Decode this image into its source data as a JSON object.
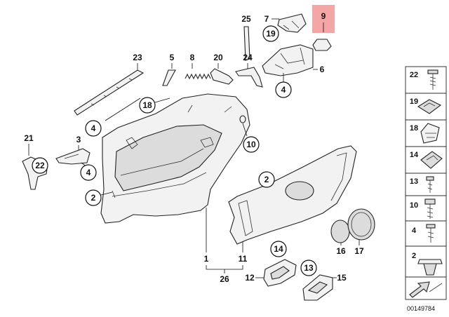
{
  "labels": {
    "l1": "1",
    "l2a": "2",
    "l2b": "2",
    "l3": "3",
    "l4a": "4",
    "l4b": "4",
    "l4c": "4",
    "l5": "5",
    "l6": "6",
    "l7": "7",
    "l8": "8",
    "l9": "9",
    "l10": "10",
    "l11": "11",
    "l12": "12",
    "l13": "13",
    "l14": "14",
    "l15": "15",
    "l16": "16",
    "l17": "17",
    "l18": "18",
    "l19": "19",
    "l20": "20",
    "l21": "21",
    "l22": "22",
    "l23": "23",
    "l24": "24",
    "l25": "25",
    "l26": "26"
  },
  "side_legend": [
    "22",
    "19",
    "18",
    "14",
    "13",
    "10",
    "4",
    "2"
  ],
  "reference_number": "00149784",
  "colors": {
    "highlight": "#f4a6a6",
    "stroke": "#222222"
  }
}
